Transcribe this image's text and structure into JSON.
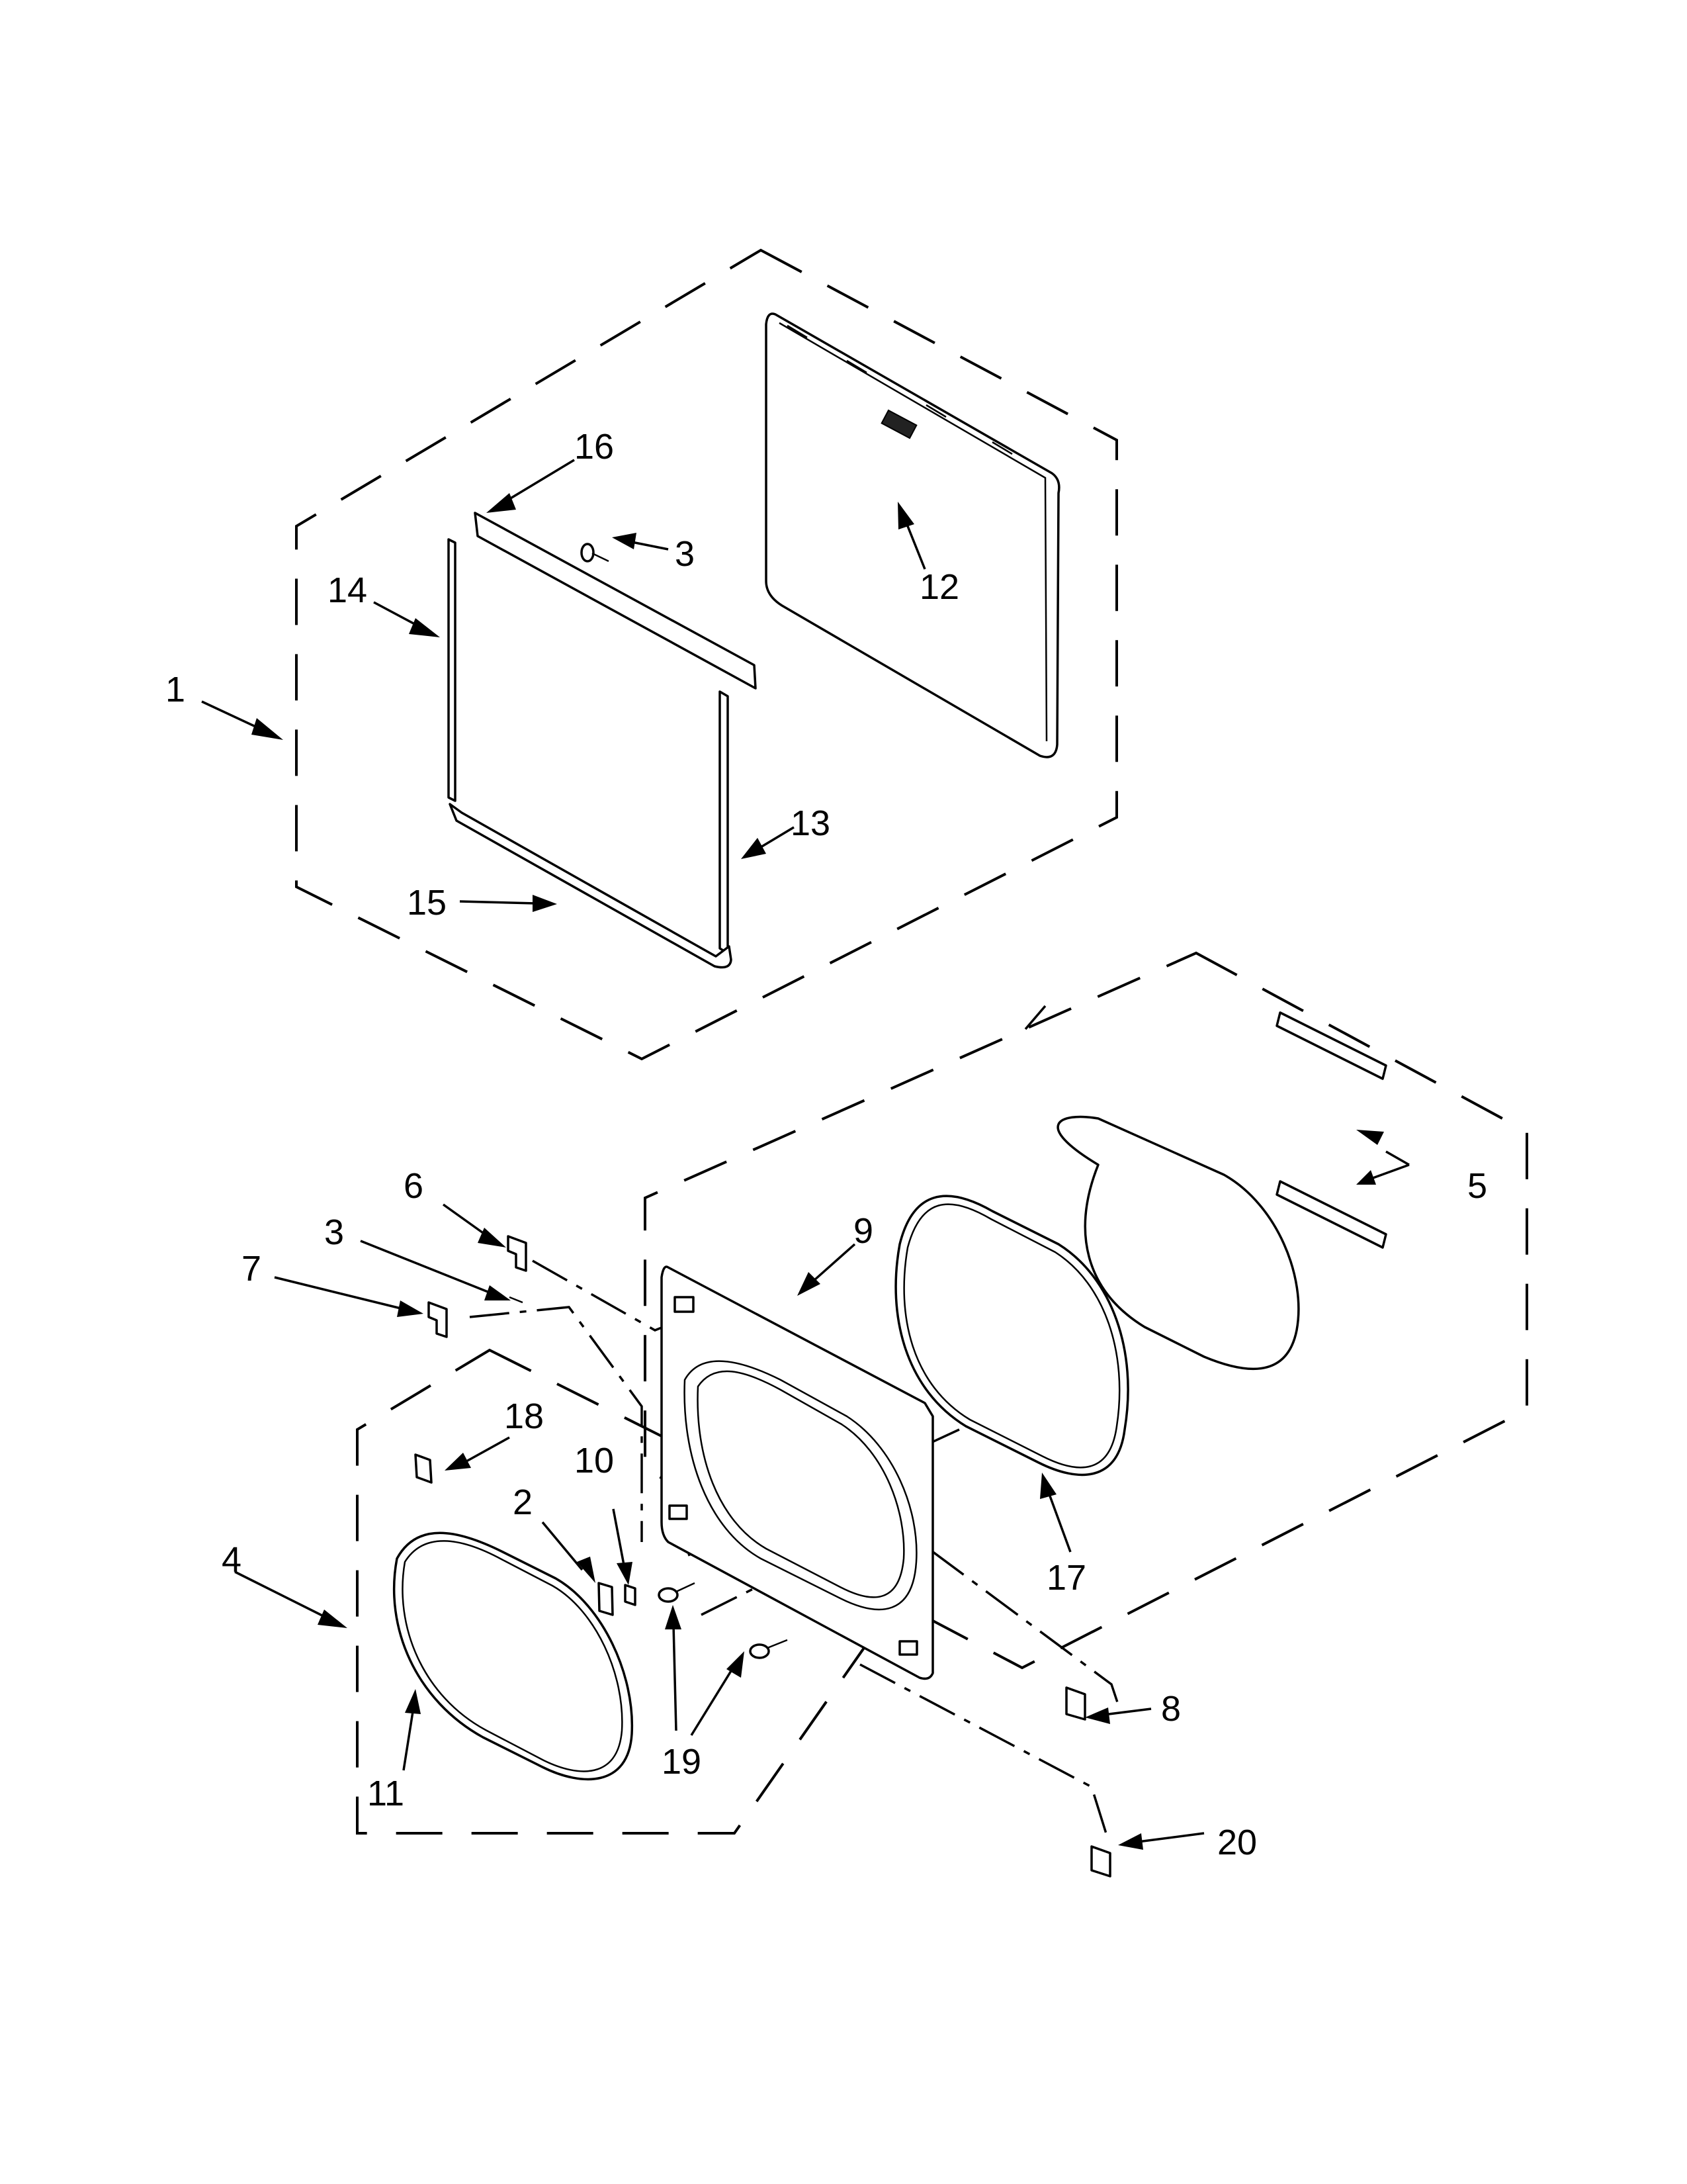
{
  "diagram": {
    "callouts": [
      {
        "id": "1",
        "label": "1"
      },
      {
        "id": "2",
        "label": "2"
      },
      {
        "id": "3a",
        "label": "3"
      },
      {
        "id": "3b",
        "label": "3"
      },
      {
        "id": "4",
        "label": "4"
      },
      {
        "id": "5",
        "label": "5"
      },
      {
        "id": "6",
        "label": "6"
      },
      {
        "id": "7",
        "label": "7"
      },
      {
        "id": "8",
        "label": "8"
      },
      {
        "id": "9",
        "label": "9"
      },
      {
        "id": "10",
        "label": "10"
      },
      {
        "id": "11",
        "label": "11"
      },
      {
        "id": "12",
        "label": "12"
      },
      {
        "id": "13",
        "label": "13"
      },
      {
        "id": "14",
        "label": "14"
      },
      {
        "id": "15",
        "label": "15"
      },
      {
        "id": "16",
        "label": "16"
      },
      {
        "id": "17",
        "label": "17"
      },
      {
        "id": "18",
        "label": "18"
      },
      {
        "id": "19",
        "label": "19"
      },
      {
        "id": "20",
        "label": "20"
      }
    ]
  }
}
